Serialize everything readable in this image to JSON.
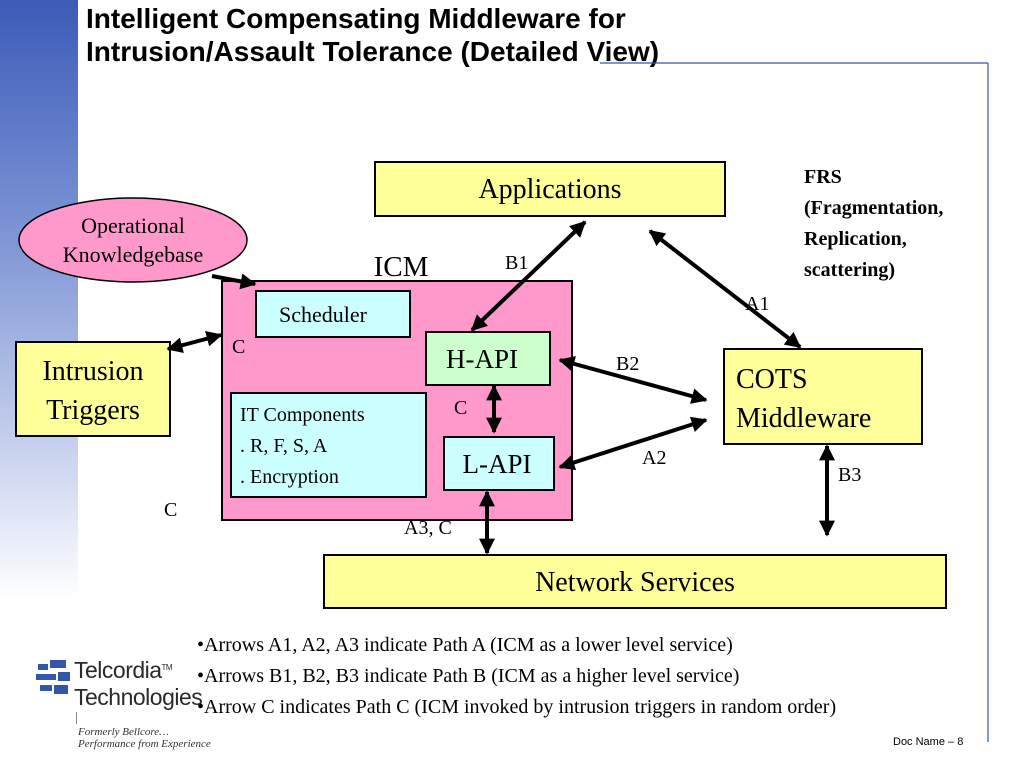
{
  "title": {
    "line1": "Intelligent Compensating Middleware for",
    "line2": "Intrusion/Assault Tolerance (Detailed View)"
  },
  "nodes": {
    "applications": "Applications",
    "operational_kb": [
      "Operational",
      "Knowledgebase"
    ],
    "icm": "ICM",
    "scheduler": "Scheduler",
    "h_api": "H-API",
    "l_api": "L-API",
    "it_components": [
      "IT Components",
      ". R, F, S, A",
      ". Encryption"
    ],
    "intrusion_triggers": [
      "Intrusion",
      "Triggers"
    ],
    "cots_middleware": [
      "COTS",
      "Middleware"
    ],
    "network_services": "Network Services",
    "frs_note": [
      "FRS",
      "(Fragmentation,",
      "Replication,",
      "scattering)"
    ]
  },
  "edge_labels": {
    "b1": "B1",
    "a1": "A1",
    "b2": "B2",
    "a2": "A2",
    "b3": "B3",
    "c_intrusion": "C",
    "c_hl": "C",
    "c_lower": "C",
    "a3c": "A3, C"
  },
  "bullets": [
    "•Arrows A1, A2, A3 indicate Path A (ICM as a lower level service)",
    "•Arrows B1, B2, B3 indicate Path B (ICM as a higher level service)",
    "•Arrow C indicates Path C (ICM invoked by intrusion triggers in random order)"
  ],
  "logo": {
    "line1": "Telcordia",
    "tm": "TM",
    "line2": "Technologies",
    "sub1": "Formerly Bellcore…",
    "sub2": "Performance from Experience"
  },
  "footer": {
    "doc_name": "Doc Name – 8"
  },
  "colors": {
    "yellow_box": "#ffff99",
    "pink_icm": "#ff99cc",
    "green_api": "#ccffcc",
    "cyan_box": "#ccffff",
    "pink_ellipse": "#ff99cc",
    "frame_blue": "#3355aa"
  }
}
